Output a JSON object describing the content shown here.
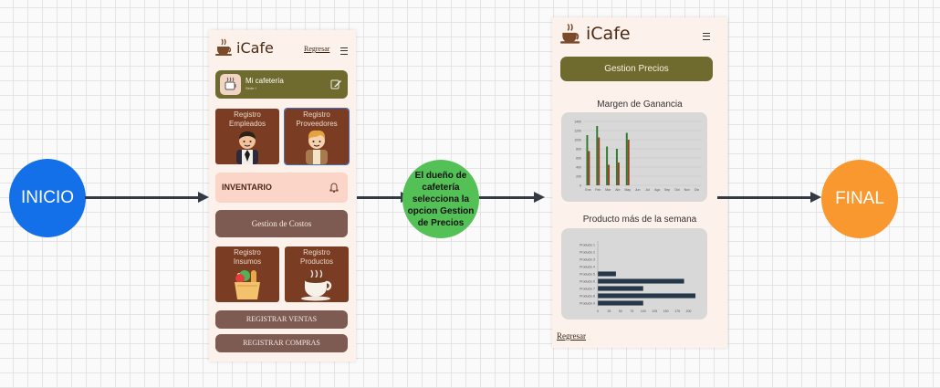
{
  "flow": {
    "start_label": "INICIO",
    "middle_label": "El dueño de cafetería selecciona la opcion Gestion de Precios",
    "end_label": "FINAL"
  },
  "screen1": {
    "app_name": "iCafe",
    "back_link": "Regresar",
    "cafe_card": {
      "title": "Mi cafetería",
      "subtitle": "Sede I"
    },
    "tiles": {
      "employees": "Registro Empleados",
      "suppliers": "Registro Proveedores",
      "supplies": "Registro Insumos",
      "products": "Registro Productos"
    },
    "inventory_label": "INVENTARIO",
    "cost_button": "Gestion de Costos",
    "sales_button": "REGISTRAR VENTAS",
    "purchases_button": "REGISTRAR COMPRAS"
  },
  "screen2": {
    "app_name": "iCafe",
    "header_button": "Gestion Precios",
    "back_link": "Regresar",
    "colors": {
      "series1": "#2f7a2f",
      "series2": "#9a3d20",
      "bars": "#25384a",
      "panel": "#d8d8d8"
    }
  },
  "chart_data": [
    {
      "type": "bar",
      "title": "Margen de Ganancia",
      "categories": [
        "Ene",
        "Feb",
        "Mar",
        "Abr",
        "May",
        "Jun",
        "Jul",
        "Ago",
        "Sep",
        "Oct",
        "Nov",
        "Dic"
      ],
      "y_ticks": [
        "0",
        "200",
        "400",
        "600",
        "800",
        "1000",
        "1200",
        "1400"
      ],
      "ylim": [
        0,
        1400
      ],
      "series": [
        {
          "values": [
            1100,
            1300,
            850,
            800,
            1150,
            0,
            0,
            0,
            0,
            0,
            0,
            0
          ]
        },
        {
          "values": [
            750,
            1050,
            450,
            500,
            1000,
            0,
            0,
            0,
            0,
            0,
            0,
            0
          ]
        }
      ],
      "grid": true
    },
    {
      "type": "bar",
      "orientation": "horizontal",
      "title": "Producto más de la semana",
      "categories": [
        "Producto 1",
        "Producto 2",
        "Producto 3",
        "Producto 4",
        "Producto 5",
        "Producto 6",
        "Producto 7",
        "Producto 8",
        "Producto 9"
      ],
      "values": [
        0,
        0,
        0,
        0,
        40,
        190,
        100,
        215,
        100
      ],
      "x_ticks": [
        "0",
        "25",
        "50",
        "75",
        "100",
        "125",
        "150",
        "175",
        "200"
      ],
      "xlim": [
        0,
        225
      ]
    }
  ]
}
